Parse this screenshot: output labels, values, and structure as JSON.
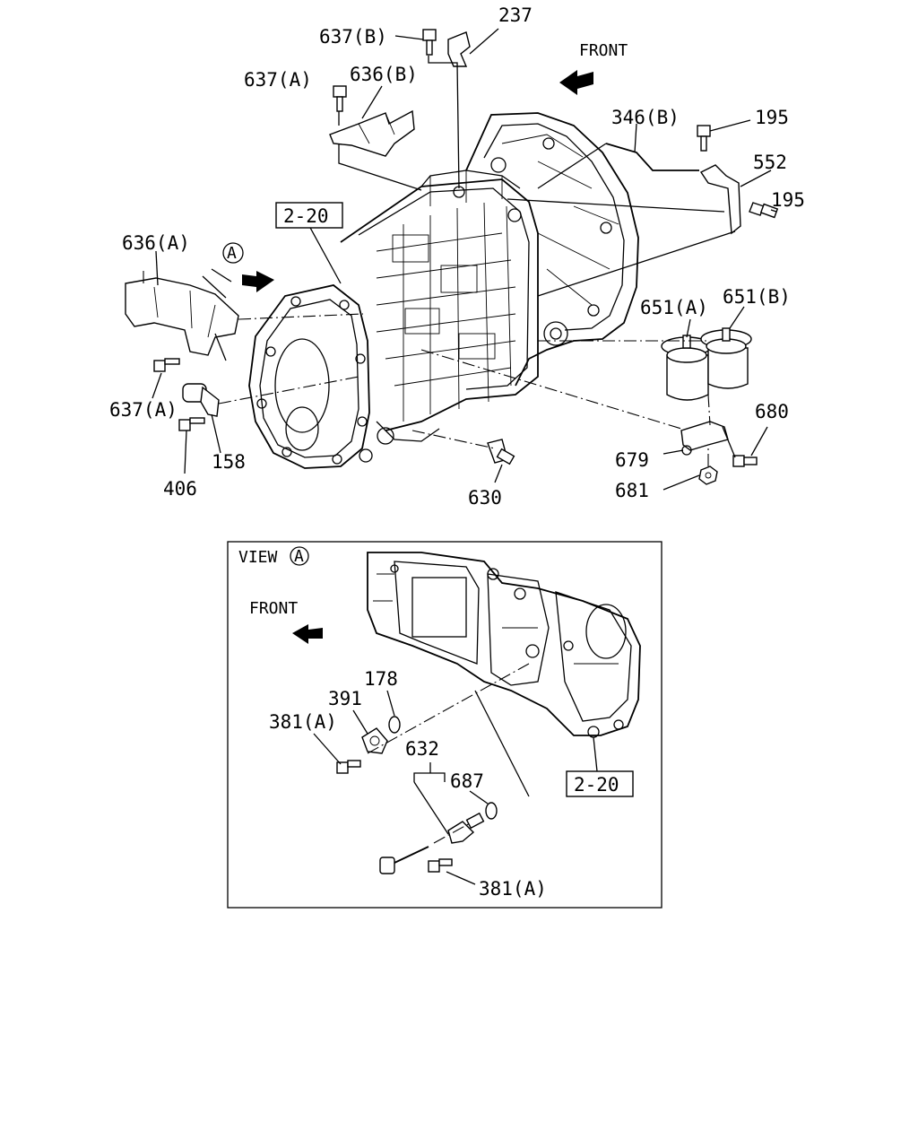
{
  "labels": {
    "p637b": "637(B)",
    "p237": "237",
    "front_top": "FRONT",
    "p637a_top": "637(A)",
    "p636b": "636(B)",
    "p346b": "346(B)",
    "p195_top": "195",
    "p552": "552",
    "p195_right": "195",
    "ref_2_20_top": "2-20",
    "p636a": "636(A)",
    "view_marker": "A",
    "p651a": "651(A)",
    "p651b": "651(B)",
    "p637a_left": "637(A)",
    "p680": "680",
    "p158": "158",
    "p679": "679",
    "p406": "406",
    "p681": "681",
    "p630": "630"
  },
  "view_a": {
    "title": "VIEW",
    "marker": "A",
    "front": "FRONT",
    "p178": "178",
    "p391": "391",
    "p381a_top": "381(A)",
    "p632": "632",
    "p687": "687",
    "ref_2_20": "2-20",
    "p381a_bottom": "381(A)"
  }
}
